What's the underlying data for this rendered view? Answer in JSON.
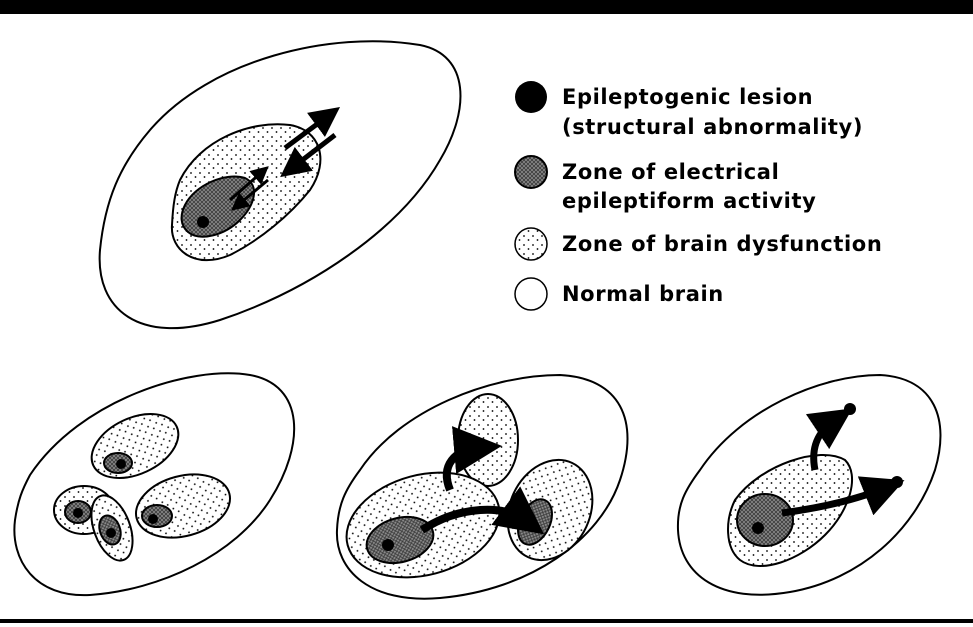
{
  "legend": {
    "items": [
      {
        "key": "lesion",
        "lines": [
          "Epileptogenic lesion",
          "(structural abnormality)"
        ]
      },
      {
        "key": "electrical",
        "lines": [
          "Zone of electrical",
          "epileptiform activity"
        ]
      },
      {
        "key": "dysfunction",
        "lines": [
          "Zone of brain dysfunction"
        ]
      },
      {
        "key": "normal",
        "lines": [
          "Normal brain"
        ]
      }
    ]
  },
  "colors": {
    "ink": "#000000",
    "background": "#ffffff",
    "electrical_fill": "#7a7a7a"
  }
}
